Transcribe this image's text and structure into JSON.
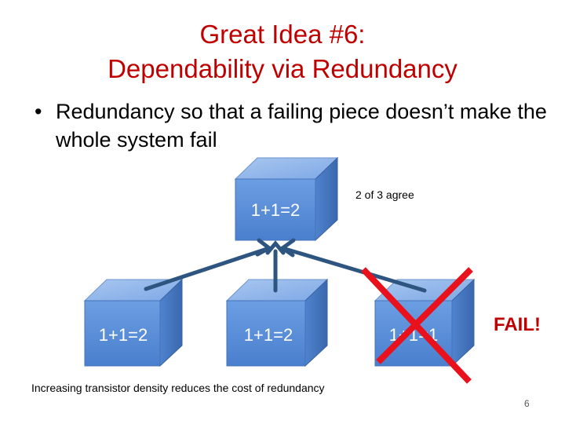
{
  "title": {
    "line1": "Great Idea #6:",
    "line2": "Dependability via Redundancy"
  },
  "bullet": {
    "text": "Redundancy so that a failing piece doesn’t make the whole system fail"
  },
  "diagram": {
    "voter_label": "1+1=2",
    "agree_note": "2 of 3 agree",
    "units": [
      {
        "label": "1+1=2"
      },
      {
        "label": "1+1=2"
      },
      {
        "label": "1+1=1"
      }
    ],
    "fail_label": "FAIL!",
    "colors": {
      "cube_front": "#5b8fd8",
      "cube_top": "#8fb5ea",
      "cube_side": "#3e6fb8",
      "arrow": "#2e5580",
      "cross": "#e8111c",
      "title": "#c00000"
    }
  },
  "caption": "Increasing transistor density reduces the cost of redundancy",
  "page_number": "6"
}
